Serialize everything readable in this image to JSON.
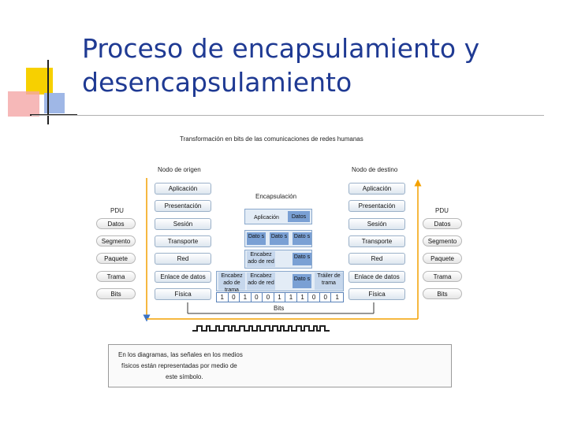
{
  "slide": {
    "title_line1": "Proceso de encapsulamiento y",
    "title_line2": "desencapsulamiento",
    "colors": {
      "title": "#1f3a93",
      "orange": "#f4a100",
      "blue": "#3a72c4"
    }
  },
  "diagram": {
    "heading": "Transformación en bits de las comunicaciones de redes humanas",
    "origin_label": "Nodo de origen",
    "dest_label": "Nodo de destino",
    "encap_label": "Encapsulación",
    "bits_label": "Bits",
    "layers": [
      "Aplicación",
      "Presentación",
      "Sesión",
      "Transporte",
      "Red",
      "Enlace de datos",
      "Física"
    ],
    "pdu_header": "PDU",
    "pdus": [
      "Datos",
      "Segmento",
      "Paquete",
      "Trama",
      "Bits"
    ],
    "encap": {
      "app": "Aplicación",
      "datos": "Datos",
      "dato_s": "Dato s",
      "encabezado": "Encabez ado de red",
      "encabezado_trama": "Encabez ado de trama",
      "trailer": "Tráiler de trama",
      "bits": [
        "1",
        "0",
        "1",
        "0",
        "0",
        "1",
        "1",
        "1",
        "0",
        "0",
        "1"
      ]
    },
    "note_lines": [
      "En los diagramas, las señales en los medios",
      "físicos están representadas por medio de",
      "este símbolo."
    ]
  }
}
